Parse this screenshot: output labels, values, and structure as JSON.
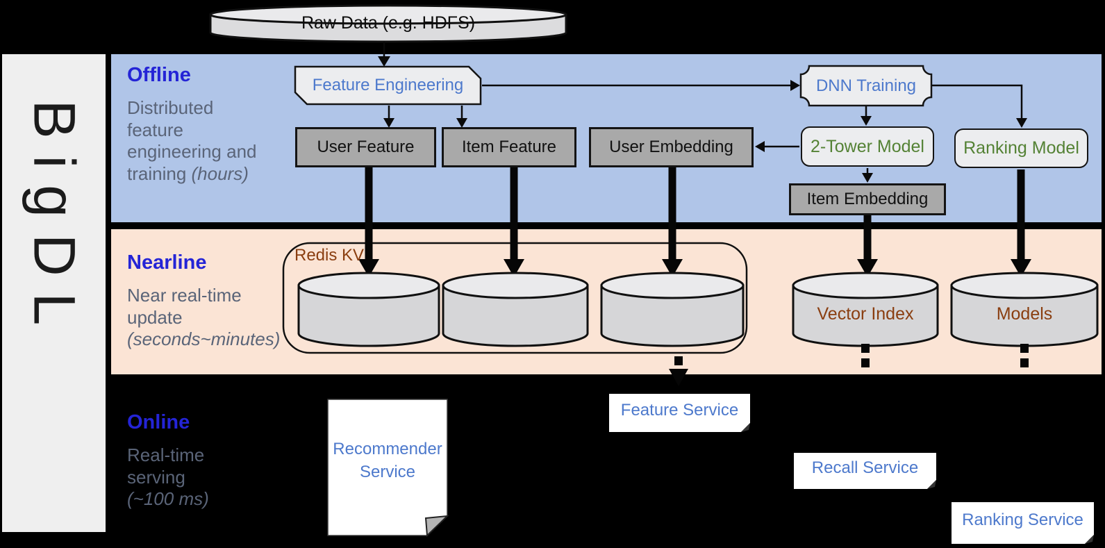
{
  "sidebar": {
    "brand": "BigDL"
  },
  "header": {
    "raw_data": "Raw Data (e.g. HDFS)"
  },
  "sections": {
    "offline": {
      "title": "Offline",
      "desc1": "Distributed",
      "desc2": "feature",
      "desc3": "engineering and",
      "desc4": "training",
      "desc4_italic": "(hours)"
    },
    "nearline": {
      "title": "Nearline",
      "desc1": "Near real-time",
      "desc2": "update",
      "desc3_italic": "(seconds~minutes)"
    },
    "online": {
      "title": "Online",
      "desc1": "Real-time",
      "desc2": "serving",
      "desc3_italic": "(~100 ms)"
    }
  },
  "nodes": {
    "feature_engineering": "Feature Engineering",
    "dnn_training": "DNN Training",
    "user_feature": "User Feature",
    "item_feature": "Item Feature",
    "user_embedding": "User Embedding",
    "two_tower_model": "2-Tower Model",
    "ranking_model": "Ranking Model",
    "item_embedding": "Item Embedding",
    "redis_kv": "Redis KV",
    "vector_index": "Vector Index",
    "models": "Models",
    "feature_service": "Feature Service",
    "recall_service": "Recall Service",
    "ranking_service": "Ranking Service",
    "recommender_line1": "Recommender",
    "recommender_line2": "Service"
  },
  "colors": {
    "offline_band": "#b0c5e8",
    "nearline_band": "#fbe4d5",
    "background": "#000000",
    "section_title_blue": "#2424d6",
    "desc_slate": "#5a6478",
    "node_label_blue": "#4d79cc",
    "model_green": "#548235",
    "storage_brown": "#8a3e10",
    "gray_box": "#a9a9a9",
    "light_box": "#ecedef",
    "cylinder_body": "#d6d6d8"
  }
}
